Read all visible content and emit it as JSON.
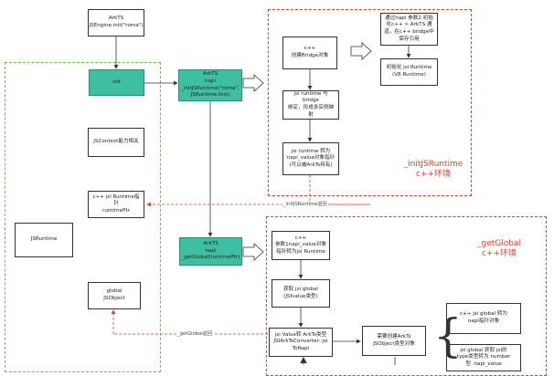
{
  "nodes": {
    "arkts_engine": "ArkTS\nJSEngine.init(\"roma\")",
    "init": "init",
    "arkts_init_runtime": "ArkTS\nnapi\n_initJSRuntime(\"roma\",\nJSRuntime.this)",
    "c_bridge": "c++\n创建Bridge对象",
    "napi_bridge_save": "通过napi 参数2 初始\n化c++ > ArkTS 通\n道，在c++ bridge中\n保存引用",
    "init_jsi_runtime": "初始化 jsi Runtime\n(V8 Runtime)",
    "jsi_bind": "jsi runtime 与 bridge\n绑定，形成多实例映\n射",
    "jsi_runtime_convert": "jsi runtime 转为\nnapi_value对象指针\n(可以被ArkTs持有)",
    "jscontext": "JSContext能力相关",
    "runtime_ptr": "c++ jsi Runtime指针\nruntimePtr",
    "jsruntime": "JSRuntime",
    "global_jsobject": "global\nJSObject",
    "arkts_get_global": "ArkTS\nnapi\n_getGlobal(runtimePtr)",
    "c_param1": "c++\n参数1napi_value对象\n指针转为jsi Runtime",
    "get_jsi_global": "获取 jsi global\n(JSIvalue类型)",
    "jsi_value_convert": "jsi Value转 ArkTs类型\nJSIArkTsConverter::jsi\nToNapi",
    "need_create_arkts": "需要创建ArkTs\nJSObject类型对象",
    "jsi_global_to_napi": "c++ jsi global 转为\nnapi指针对象",
    "jsi_global_type": "jsi global 获取 jsi的\ntype类型转为 number\n型 .napi_value"
  },
  "edges": {
    "init_return": "_initJSRuntime返回",
    "get_global_return": "_getGlobal返回"
  },
  "regions": {
    "init_runtime": "_initJSRuntime\nc++环境",
    "get_global": "_getGlobal\nc++环境"
  },
  "colors": {
    "teal": "#3fbfa2",
    "red": "#e0402f",
    "green": "#6cc24a"
  }
}
